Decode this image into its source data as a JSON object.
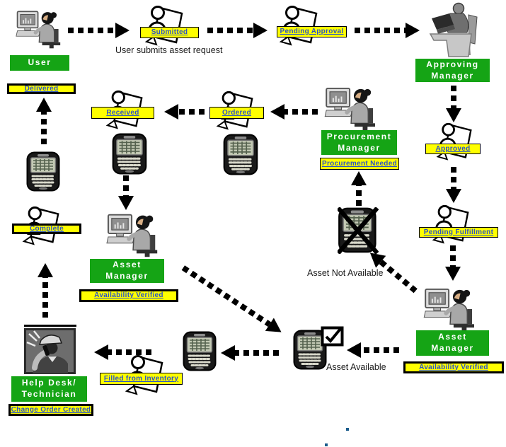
{
  "nodes": {
    "user": {
      "lines": [
        "User"
      ]
    },
    "approving_manager": {
      "lines": [
        "Approving",
        "Manager"
      ]
    },
    "procurement_manager": {
      "lines": [
        "Procurement",
        "Manager"
      ]
    },
    "asset_manager_mid": {
      "lines": [
        "Asset",
        "Manager"
      ]
    },
    "asset_manager_right": {
      "lines": [
        "Asset",
        "Manager"
      ]
    },
    "help_desk": {
      "lines": [
        "Help Desk/",
        "Technician"
      ]
    }
  },
  "status_labels": {
    "delivered": "Delivered",
    "submitted": "Submitted",
    "pending_approval": "Pending Approval",
    "approved": "Approved",
    "pending_fulfillment": "Pending Fulfillment",
    "received": "Received",
    "ordered": "Ordered",
    "procurement_needed": "Procurement Needed",
    "availability_verified_right": "Availability Verified",
    "availability_verified_mid": "Availability Verified",
    "complete": "Complete",
    "filled_from_inventory": "Filled from Inventory",
    "change_order_created": "Change Order Created"
  },
  "captions": {
    "user_submits": "User submits asset request",
    "asset_not_available": "Asset Not Available",
    "asset_available": "Asset Available"
  },
  "icons": {
    "person_at_computer": "person-at-computer-icon",
    "request_document": "request-document-icon",
    "handheld_device": "handheld-device-icon",
    "crossed_device": "crossed-out-device-icon",
    "checkmark": "checkmark-icon",
    "manager_at_desk": "manager-at-desk-icon",
    "help_desk_phone": "help-desk-phone-icon"
  },
  "colors": {
    "node_green": "#15A415",
    "label_yellow": "#FFFF00",
    "label_text_blue": "#2B54C4",
    "arrow_black": "#000000",
    "dot_blue": "#1A5C8C"
  }
}
